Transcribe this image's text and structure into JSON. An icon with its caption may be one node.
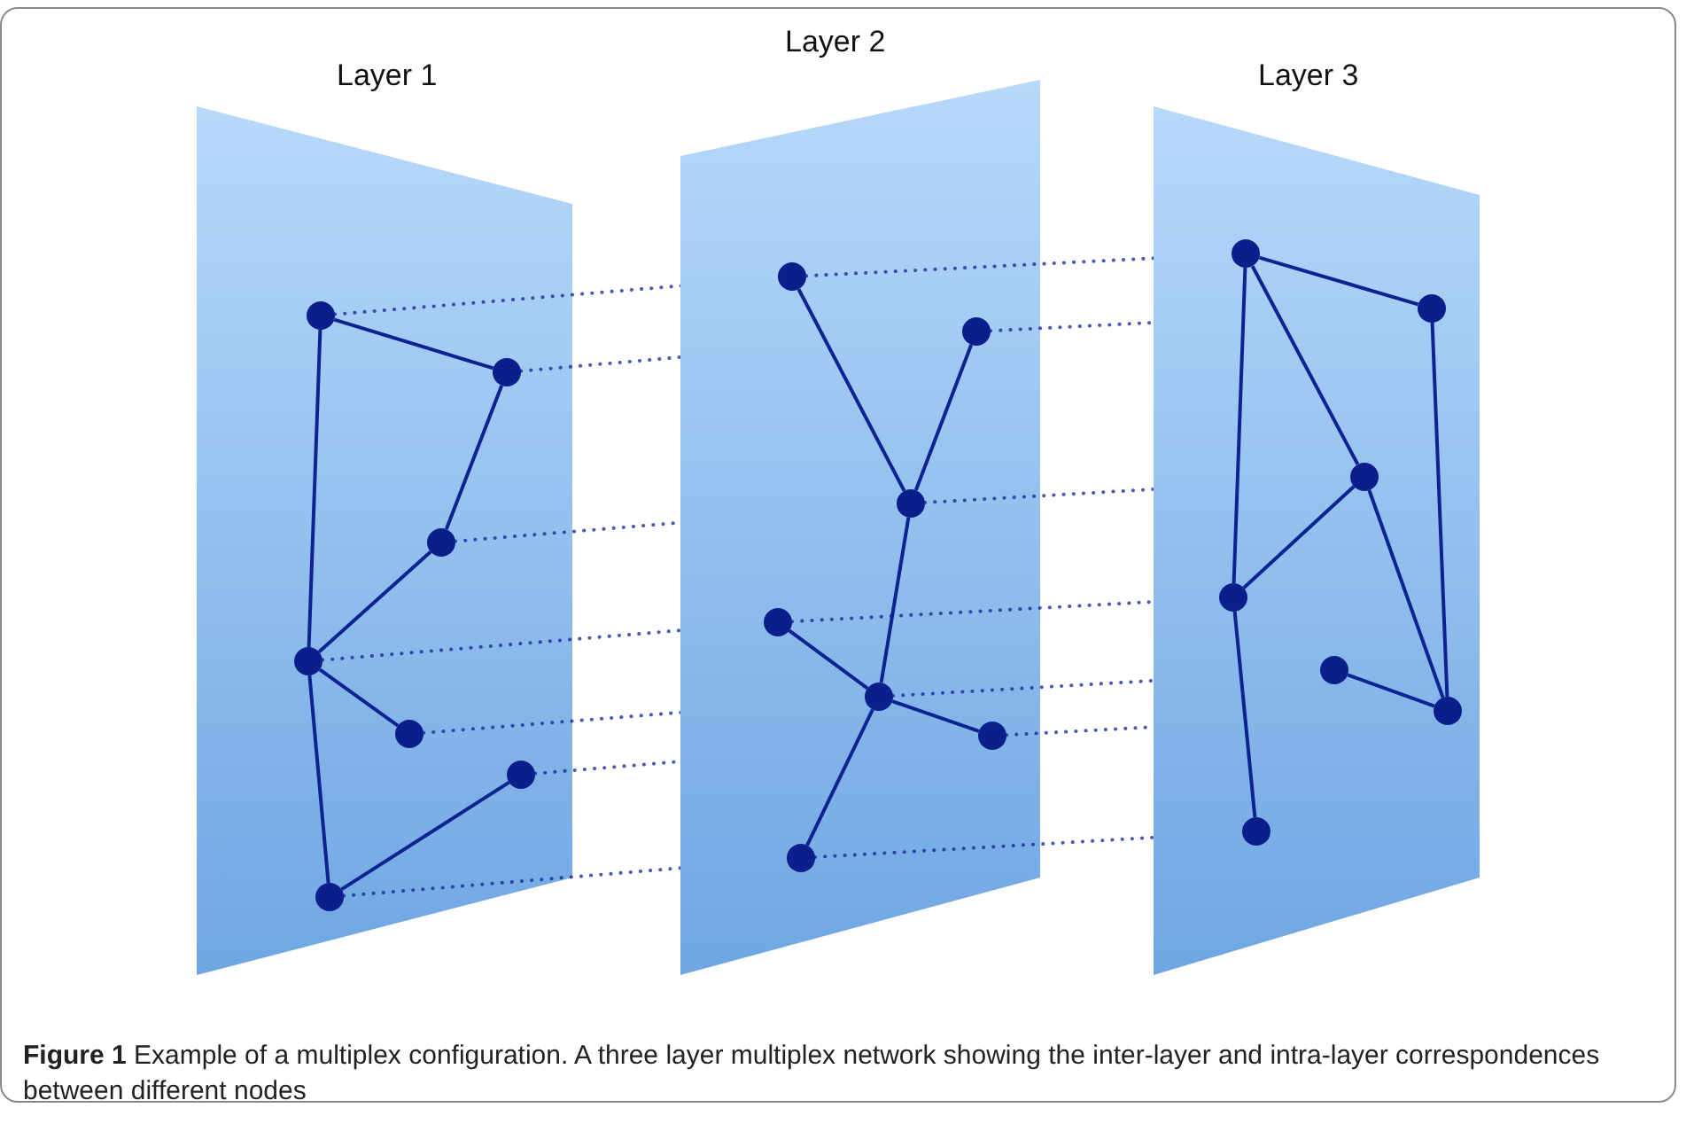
{
  "diagram": {
    "caption": "**Figure 1** Example of a multiplex configuration. A three layer multiplex network showing the inter-layer and intra-layer correspondences between different nodes",
    "nodes": [
      {
        "text": [
          "Layer 1"
        ]
      },
      {
        "text": [],
        "shape": "circle",
        "in": 0
      },
      {
        "text": [],
        "shape": "circle",
        "in": 0
      },
      {
        "text": [],
        "shape": "circle",
        "in": 0
      },
      {
        "text": [],
        "shape": "circle",
        "in": 0
      },
      {
        "text": [],
        "shape": "circle",
        "in": 0
      },
      {
        "text": [],
        "shape": "circle",
        "in": 0
      },
      {
        "text": [],
        "shape": "circle",
        "in": 0
      },
      {
        "text": [
          "Layer 2"
        ]
      },
      {
        "text": [],
        "shape": "circle",
        "in": 8
      },
      {
        "text": [],
        "shape": "circle",
        "in": 8
      },
      {
        "text": [],
        "shape": "circle",
        "in": 8
      },
      {
        "text": [],
        "shape": "circle",
        "in": 8
      },
      {
        "text": [],
        "shape": "circle",
        "in": 8
      },
      {
        "text": [],
        "shape": "circle",
        "in": 8
      },
      {
        "text": [],
        "shape": "circle",
        "in": 8
      },
      {
        "text": [
          "Layer 3"
        ]
      },
      {
        "text": [],
        "shape": "circle",
        "in": 16
      },
      {
        "text": [],
        "shape": "circle",
        "in": 16
      },
      {
        "text": [],
        "shape": "circle",
        "in": 16
      },
      {
        "text": [],
        "shape": "circle",
        "in": 16
      },
      {
        "text": [],
        "shape": "circle",
        "in": 16
      },
      {
        "text": [],
        "shape": "circle",
        "in": 16
      },
      {
        "text": [],
        "shape": "circle",
        "in": 16
      }
    ],
    "edges": [
      {
        "from": 1,
        "to": 2,
        "arrow": "none"
      },
      {
        "from": 2,
        "to": 3,
        "arrow": "none"
      },
      {
        "from": 3,
        "to": 4,
        "arrow": "none"
      },
      {
        "from": 1,
        "to": 4,
        "arrow": "none"
      },
      {
        "from": 4,
        "to": 5,
        "arrow": "none"
      },
      {
        "from": 4,
        "to": 7,
        "arrow": "none"
      },
      {
        "from": 7,
        "to": 6,
        "arrow": "none"
      },
      {
        "from": 9,
        "to": 11,
        "arrow": "none"
      },
      {
        "from": 10,
        "to": 11,
        "arrow": "none"
      },
      {
        "from": 11,
        "to": 13,
        "arrow": "none"
      },
      {
        "from": 12,
        "to": 13,
        "arrow": "none"
      },
      {
        "from": 13,
        "to": 14,
        "arrow": "none"
      },
      {
        "from": 13,
        "to": 15,
        "arrow": "none"
      },
      {
        "from": 17,
        "to": 18,
        "arrow": "none"
      },
      {
        "from": 18,
        "to": 22,
        "arrow": "none"
      },
      {
        "from": 17,
        "to": 19,
        "arrow": "none"
      },
      {
        "from": 19,
        "to": 20,
        "arrow": "none"
      },
      {
        "from": 19,
        "to": 22,
        "arrow": "none"
      },
      {
        "from": 17,
        "to": 20,
        "arrow": "none"
      },
      {
        "from": 21,
        "to": 22,
        "arrow": "none"
      },
      {
        "from": 20,
        "to": 23,
        "arrow": "none"
      },
      {
        "from": 1,
        "to": 9,
        "arrow": "none",
        "style": "dashed"
      },
      {
        "from": 2,
        "to": 10,
        "arrow": "none",
        "style": "dashed"
      },
      {
        "from": 3,
        "to": 11,
        "arrow": "none",
        "style": "dashed"
      },
      {
        "from": 4,
        "to": 12,
        "arrow": "none",
        "style": "dashed"
      },
      {
        "from": 5,
        "to": 13,
        "arrow": "none",
        "style": "dashed"
      },
      {
        "from": 6,
        "to": 14,
        "arrow": "none",
        "style": "dashed"
      },
      {
        "from": 7,
        "to": 15,
        "arrow": "none",
        "style": "dashed"
      },
      {
        "from": 9,
        "to": 17,
        "arrow": "none",
        "style": "dashed"
      },
      {
        "from": 10,
        "to": 18,
        "arrow": "none",
        "style": "dashed"
      },
      {
        "from": 11,
        "to": 19,
        "arrow": "none",
        "style": "dashed"
      },
      {
        "from": 12,
        "to": 20,
        "arrow": "none",
        "style": "dashed"
      },
      {
        "from": 13,
        "to": 21,
        "arrow": "none",
        "style": "dashed"
      },
      {
        "from": 14,
        "to": 22,
        "arrow": "none",
        "style": "dashed"
      },
      {
        "from": 15,
        "to": 23,
        "arrow": "none",
        "style": "dashed"
      }
    ]
  }
}
